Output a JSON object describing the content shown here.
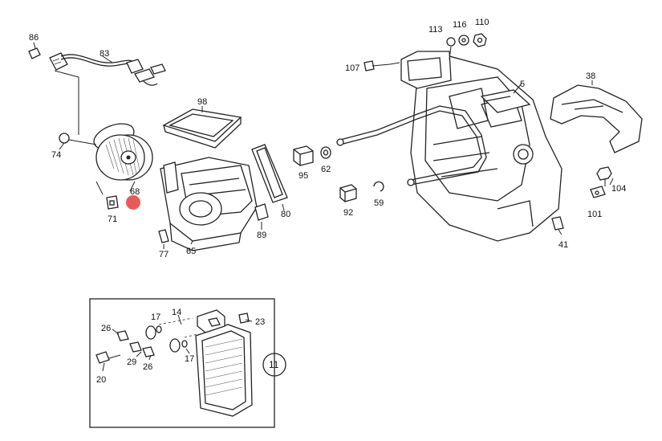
{
  "callouts": {
    "c86": "86",
    "c83": "83",
    "c74": "74",
    "c71": "71",
    "c68": "68",
    "c98": "98",
    "c77": "77",
    "c65": "65",
    "c80": "80",
    "c89": "89",
    "c95": "95",
    "c62": "62",
    "c92": "92",
    "c59": "59",
    "c107": "107",
    "c113": "113",
    "c116": "116",
    "c110": "110",
    "c5": "5",
    "c38": "38",
    "c104": "104",
    "c101": "101",
    "c41": "41",
    "c17a": "17",
    "c14": "14",
    "c26a": "26",
    "c23": "23",
    "c29": "29",
    "c26b": "26",
    "c17b": "17",
    "c20": "20",
    "c11": "11"
  },
  "colors": {
    "ink": "#222222",
    "marker": "#e85a5a",
    "background": "#ffffff"
  },
  "marker": {
    "shape": "circle",
    "near_callout": "68"
  }
}
